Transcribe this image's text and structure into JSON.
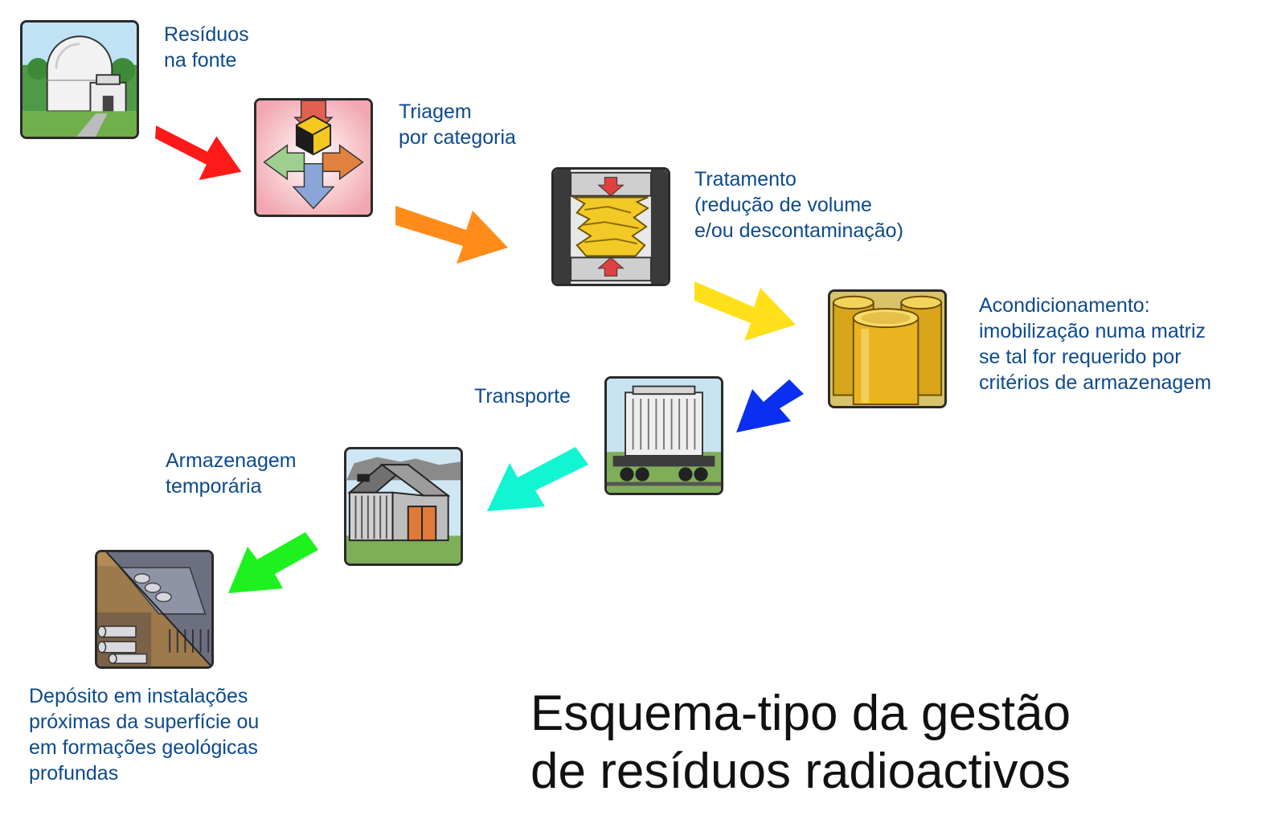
{
  "diagram": {
    "title_lines": [
      "Esquema-tipo da gestão",
      "de resíduos radioactivos"
    ],
    "steps": [
      {
        "id": "source",
        "lines": [
          "Resíduos",
          "na fonte"
        ],
        "icon": "nuclear-plant-icon"
      },
      {
        "id": "sorting",
        "lines": [
          "Triagem",
          "por categoria"
        ],
        "icon": "sorting-arrows-icon"
      },
      {
        "id": "treatment",
        "lines": [
          "Tratamento",
          "(redução de volume",
          "e/ou descontaminação)"
        ],
        "icon": "compaction-press-icon"
      },
      {
        "id": "conditioning",
        "lines": [
          "Acondicionamento:",
          "imobilização numa matriz",
          "se tal for requerido por",
          "critérios de armazenagem"
        ],
        "icon": "drums-icon"
      },
      {
        "id": "transport",
        "lines": [
          "Transporte"
        ],
        "icon": "rail-wagon-icon"
      },
      {
        "id": "storage",
        "lines": [
          "Armazenagem",
          "temporária"
        ],
        "icon": "warehouse-icon"
      },
      {
        "id": "disposal",
        "lines": [
          "Depósito em instalações",
          "próximas da superfície ou",
          "em formações geológicas",
          "profundas"
        ],
        "icon": "geological-repository-icon"
      }
    ],
    "arrows": [
      {
        "from": "source",
        "to": "sorting",
        "color": "#ff1a1a"
      },
      {
        "from": "sorting",
        "to": "treatment",
        "color": "#ff8c1a"
      },
      {
        "from": "treatment",
        "to": "conditioning",
        "color": "#ffe01a"
      },
      {
        "from": "conditioning",
        "to": "transport",
        "color": "#0a2ff0"
      },
      {
        "from": "transport",
        "to": "storage",
        "color": "#12f5d2"
      },
      {
        "from": "storage",
        "to": "disposal",
        "color": "#1ef21e"
      }
    ]
  }
}
